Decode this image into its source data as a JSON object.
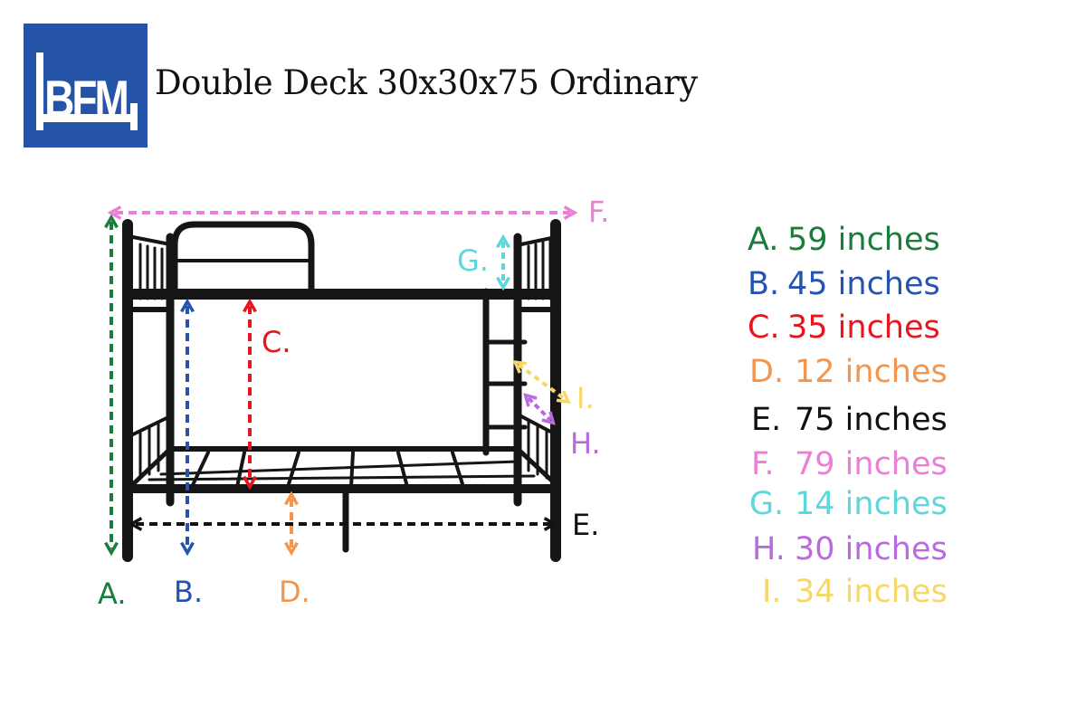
{
  "logo": {
    "text": "BFM"
  },
  "title": "Double Deck 30x30x75 Ordinary",
  "colors": {
    "logo_bg": "#2453a8",
    "bed_frame": "#151515",
    "A": "#1a7d3b",
    "B": "#2453b0",
    "C": "#e8161c",
    "D": "#f5954c",
    "E": "#111111",
    "F": "#ec7ed6",
    "G": "#5ad8dc",
    "H": "#b96ae0",
    "I": "#f6d868"
  },
  "labels": {
    "A": "A.",
    "B": "B.",
    "C": "C.",
    "D": "D.",
    "E": "E.",
    "F": "F.",
    "G": "G.",
    "H": "H.",
    "I": "I."
  },
  "legend": [
    {
      "letter": "A.",
      "value": "59 inches",
      "color": "#1a7d3b"
    },
    {
      "letter": "B.",
      "value": "45 inches",
      "color": "#2453b0"
    },
    {
      "letter": "C.",
      "value": "35 inches",
      "color": "#e8161c"
    },
    {
      "letter": "D.",
      "value": "12 inches",
      "color": "#f5954c"
    },
    {
      "letter": "E.",
      "value": "75 inches",
      "color": "#111111"
    },
    {
      "letter": "F.",
      "value": "79 inches",
      "color": "#ec7ed6"
    },
    {
      "letter": "G.",
      "value": "14 inches",
      "color": "#5ad8dc"
    },
    {
      "letter": "H.",
      "value": "30 inches",
      "color": "#b96ae0"
    },
    {
      "letter": "I.",
      "value": "34 inches",
      "color": "#f6d868"
    }
  ]
}
